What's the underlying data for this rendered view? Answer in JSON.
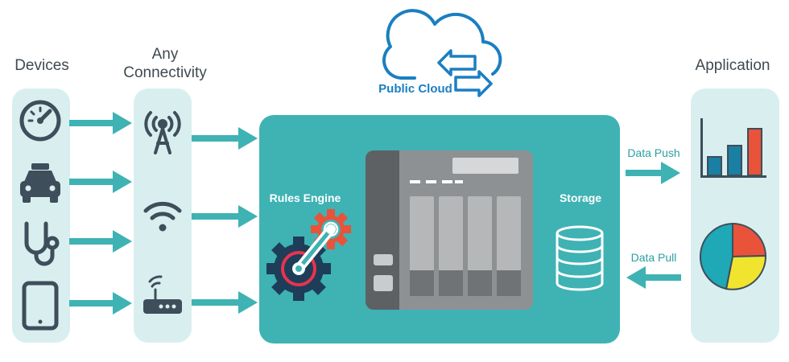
{
  "headings": {
    "devices": "Devices",
    "connectivity": "Any\nConnectivity",
    "application": "Application"
  },
  "cloud": {
    "label": "Public Cloud"
  },
  "main": {
    "rules_engine": "Rules Engine",
    "storage": "Storage"
  },
  "flows": {
    "push": "Data Push",
    "pull": "Data Pull"
  },
  "colors": {
    "teal": "#3fb2b4",
    "light_teal": "#d9efef",
    "dark_icon": "#3e4e5a",
    "blue": "#1a7fc1",
    "red": "#e8533a",
    "yellow": "#f1e42f",
    "nas_gray": "#8e9193"
  },
  "icons": {
    "devices": [
      "speedometer-icon",
      "car-icon",
      "stethoscope-icon",
      "tablet-icon"
    ],
    "connectivity": [
      "antenna-icon",
      "wifi-icon",
      "router-icon"
    ],
    "application": [
      "bar-chart-icon",
      "pie-chart-icon"
    ]
  }
}
